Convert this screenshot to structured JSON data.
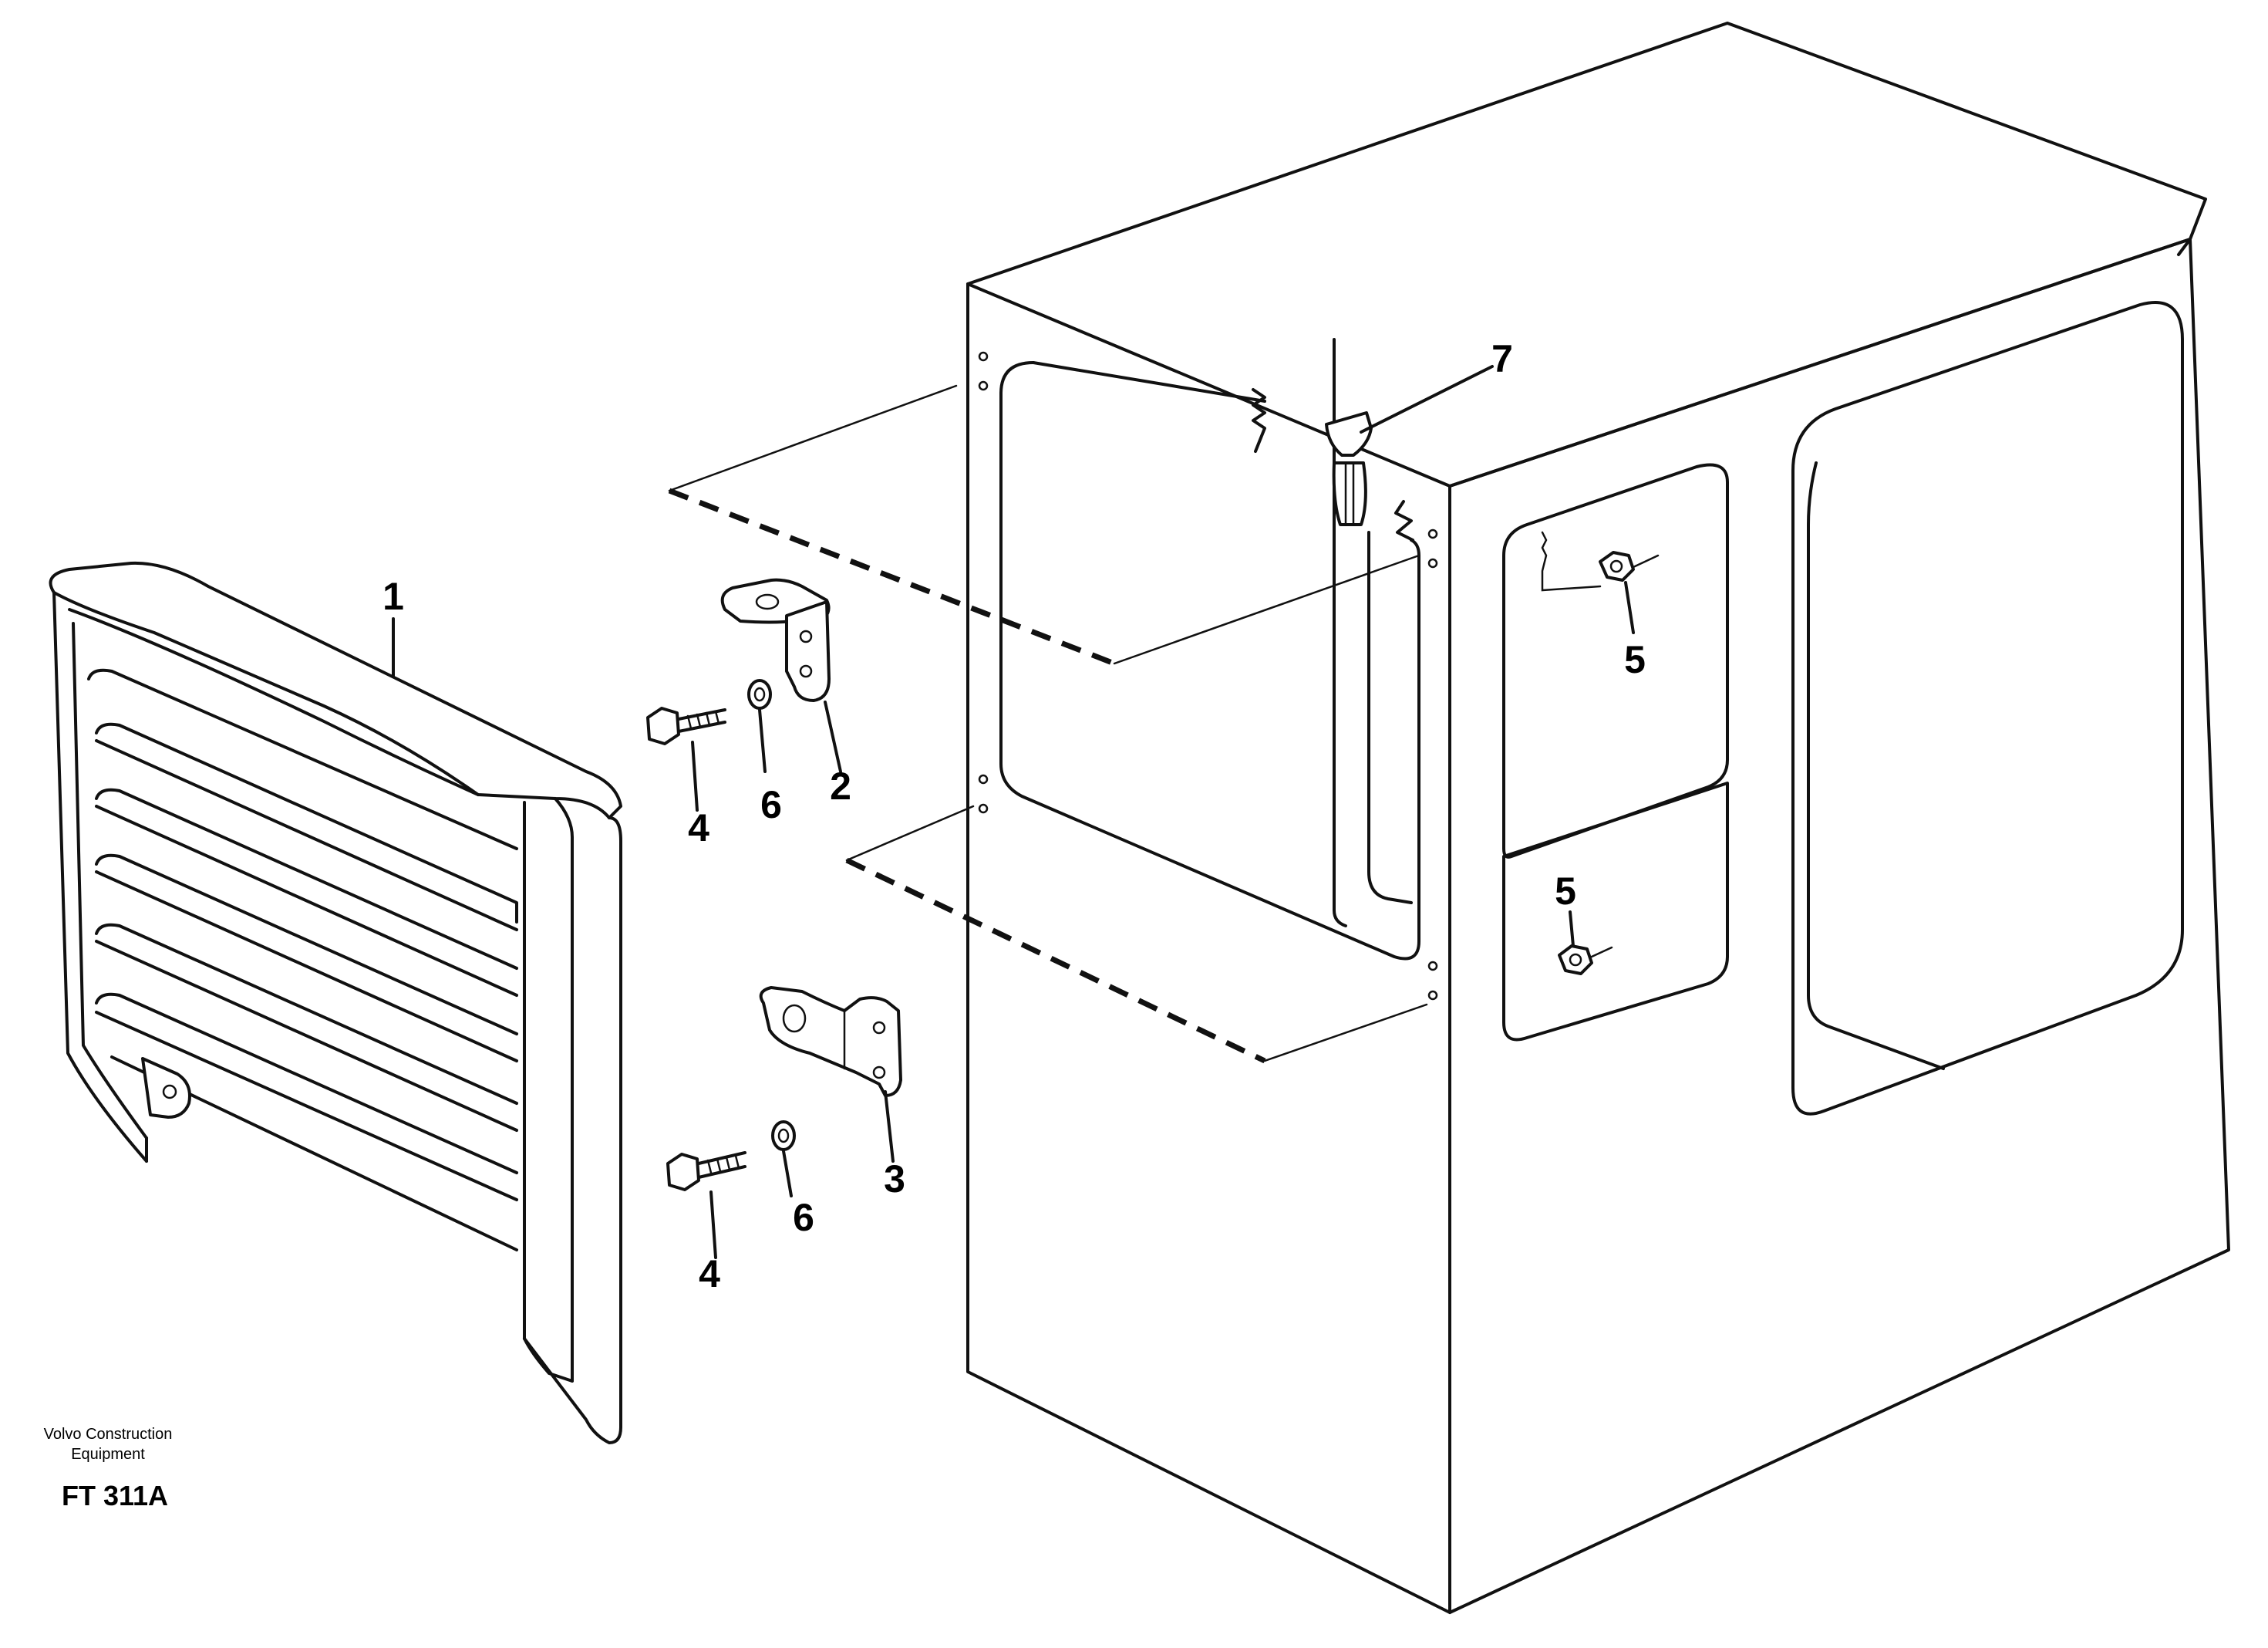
{
  "callouts": {
    "c1": "1",
    "c2": "2",
    "c3": "3",
    "c4a": "4",
    "c4b": "4",
    "c5a": "5",
    "c5b": "5",
    "c6a": "6",
    "c6b": "6",
    "c7": "7"
  },
  "credit": {
    "line1": "Volvo Construction",
    "line2": "Equipment"
  },
  "figure_code": "FT 311A"
}
